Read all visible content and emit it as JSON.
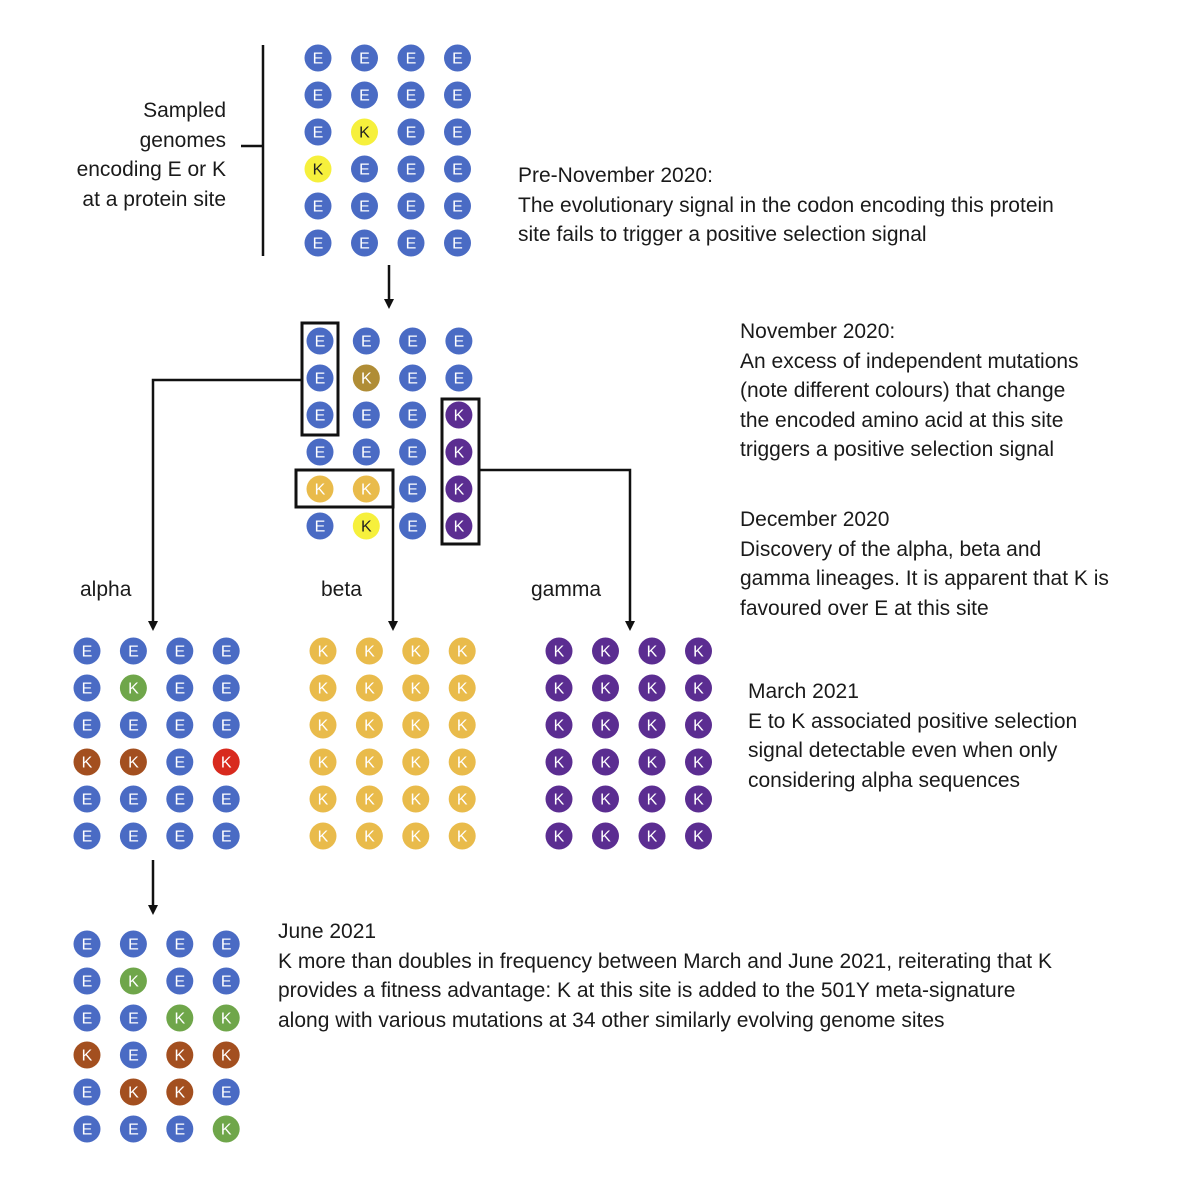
{
  "colors": {
    "E": "#4a6bc4",
    "K_yellow": "#f6f03c",
    "K_olive": "#b08d36",
    "K_gold": "#e9bb4b",
    "K_purple": "#5b2d91",
    "K_green": "#6fa64a",
    "K_brown": "#a34f1f",
    "K_red": "#d82a1e"
  },
  "labels": {
    "sampled": "Sampled\ngenomes\nencoding E or K\nat a protein site",
    "alpha": "alpha",
    "beta": "beta",
    "gamma": "gamma"
  },
  "notes": {
    "pre_nov": "Pre-November 2020:\nThe evolutionary signal in the codon encoding this protein\nsite fails to trigger a positive selection signal",
    "nov": "November 2020:\nAn excess of independent mutations\n(note different colours) that change\nthe encoded amino acid at this site\ntriggers a positive selection signal",
    "dec": "December 2020\nDiscovery of the alpha, beta and\ngamma lineages. It is apparent that K is\nfavoured over E at this site",
    "mar": "March 2021\nE to K associated positive selection\nsignal detectable even when only\nconsidering alpha sequences",
    "jun": "June 2021\nK more than doubles in frequency between March and June 2021, reiterating that K\nprovides a fitness advantage: K at this site is added to the 501Y meta-signature\nalong with various mutations at 34 other similarly evolving genome sites"
  },
  "grids": {
    "pre_november": [
      [
        "E",
        "E",
        "E",
        "E"
      ],
      [
        "E",
        "E",
        "E",
        "E"
      ],
      [
        "E",
        "Ky",
        "E",
        "E"
      ],
      [
        "Ky",
        "E",
        "E",
        "E"
      ],
      [
        "E",
        "E",
        "E",
        "E"
      ],
      [
        "E",
        "E",
        "E",
        "E"
      ]
    ],
    "november": [
      [
        "E",
        "E",
        "E",
        "E"
      ],
      [
        "E",
        "Ko",
        "E",
        "E"
      ],
      [
        "E",
        "E",
        "E",
        "Kp"
      ],
      [
        "E",
        "E",
        "E",
        "Kp"
      ],
      [
        "Kg",
        "Kg",
        "E",
        "Kp"
      ],
      [
        "E",
        "Ky",
        "E",
        "Kp"
      ]
    ],
    "alpha_march": [
      [
        "E",
        "E",
        "E",
        "E"
      ],
      [
        "E",
        "Kn",
        "E",
        "E"
      ],
      [
        "E",
        "E",
        "E",
        "E"
      ],
      [
        "Kb",
        "Kb",
        "E",
        "Kr"
      ],
      [
        "E",
        "E",
        "E",
        "E"
      ],
      [
        "E",
        "E",
        "E",
        "E"
      ]
    ],
    "beta": [
      [
        "Kg",
        "Kg",
        "Kg",
        "Kg"
      ],
      [
        "Kg",
        "Kg",
        "Kg",
        "Kg"
      ],
      [
        "Kg",
        "Kg",
        "Kg",
        "Kg"
      ],
      [
        "Kg",
        "Kg",
        "Kg",
        "Kg"
      ],
      [
        "Kg",
        "Kg",
        "Kg",
        "Kg"
      ],
      [
        "Kg",
        "Kg",
        "Kg",
        "Kg"
      ]
    ],
    "gamma": [
      [
        "Kp",
        "Kp",
        "Kp",
        "Kp"
      ],
      [
        "Kp",
        "Kp",
        "Kp",
        "Kp"
      ],
      [
        "Kp",
        "Kp",
        "Kp",
        "Kp"
      ],
      [
        "Kp",
        "Kp",
        "Kp",
        "Kp"
      ],
      [
        "Kp",
        "Kp",
        "Kp",
        "Kp"
      ],
      [
        "Kp",
        "Kp",
        "Kp",
        "Kp"
      ]
    ],
    "alpha_june": [
      [
        "E",
        "E",
        "E",
        "E"
      ],
      [
        "E",
        "Kn",
        "E",
        "E"
      ],
      [
        "E",
        "E",
        "Kn",
        "Kn"
      ],
      [
        "Kb",
        "E",
        "Kb",
        "Kb"
      ],
      [
        "E",
        "Kb",
        "Kb",
        "E"
      ],
      [
        "E",
        "E",
        "E",
        "Kn"
      ]
    ]
  },
  "letters": {
    "E": "E",
    "K": "K"
  }
}
